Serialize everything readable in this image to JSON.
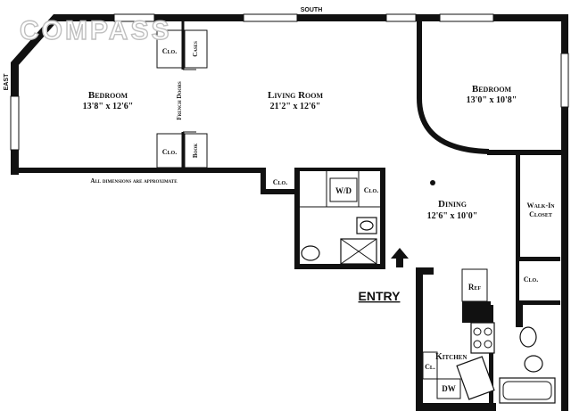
{
  "brand": {
    "logo_text": "COMPASS"
  },
  "compass": {
    "south": "SOUTH",
    "east": "EAST"
  },
  "rooms": {
    "bedroom_west": {
      "name": "Bedroom",
      "dims": "13'8\" x 12'6\""
    },
    "living_room": {
      "name": "Living Room",
      "dims": "21'2\" x 12'6\""
    },
    "bedroom_east": {
      "name": "Bedroom",
      "dims": "13'0\" x 10'8\""
    },
    "dining": {
      "name": "Dining",
      "dims": "12'6\" x 10'0\""
    },
    "kitchen": {
      "name": "Kitchen"
    }
  },
  "labels": {
    "clo_top": "Clo.",
    "cases": "Cases",
    "french_doors": "French Doors",
    "clo_bottom": "Clo.",
    "book": "Book",
    "clo_hall": "Clo.",
    "washer_dryer": "W/D",
    "clo_wd": "Clo.",
    "walk_in_closet_line1": "Walk-In",
    "walk_in_closet_line2": "Closet",
    "clo_bath2": "Clo.",
    "ref": "Ref",
    "cl_kitchen": "Cl.",
    "dw": "DW",
    "entry": "ENTRY",
    "approx_note": "All dimensions are approximate"
  }
}
